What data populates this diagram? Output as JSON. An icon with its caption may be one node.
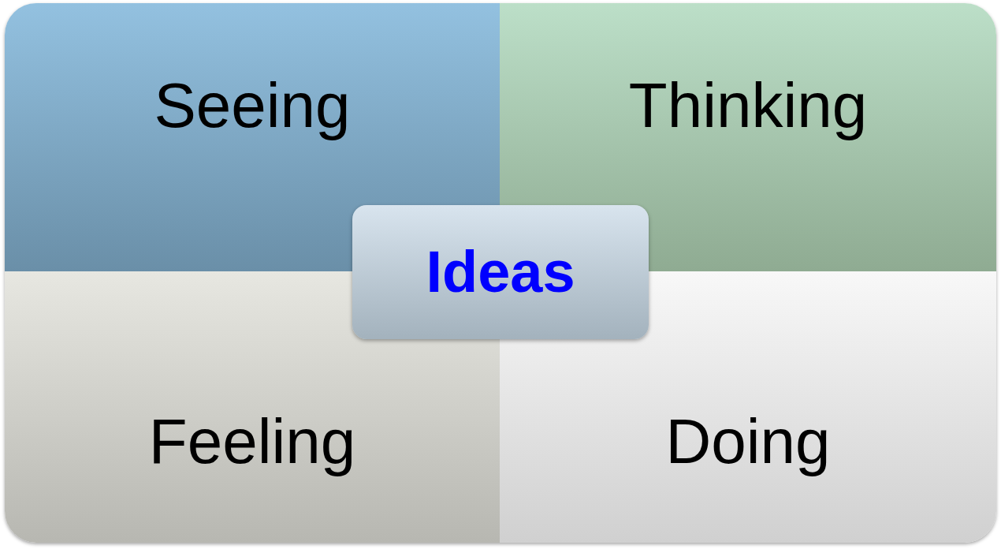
{
  "diagram": {
    "nodes": [
      {
        "text": [
          "Seeing"
        ]
      },
      {
        "text": [
          "Thinking"
        ]
      },
      {
        "text": [
          "Ideas"
        ]
      },
      {
        "text": [
          "Feeling"
        ]
      },
      {
        "text": [
          "Doing"
        ]
      }
    ]
  }
}
